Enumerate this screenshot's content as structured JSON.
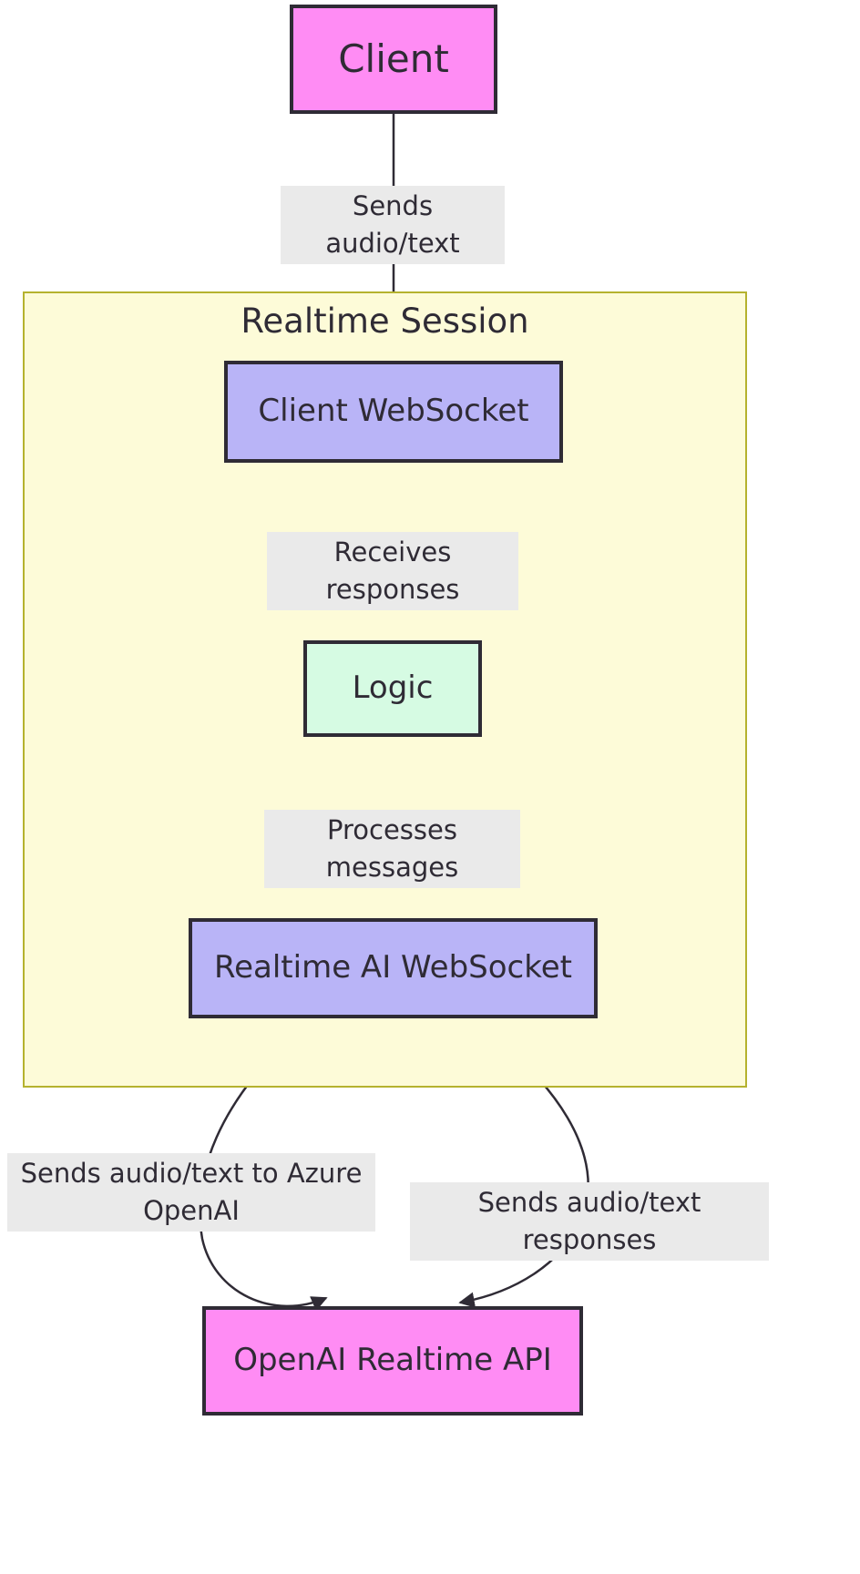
{
  "diagram": {
    "type": "flowchart",
    "direction": "top-down",
    "background": "#ffffff",
    "cluster": {
      "id": "realtime-session",
      "title": "Realtime Session",
      "fill": "#fdfbd8",
      "stroke": "#b5b22e"
    },
    "nodes": [
      {
        "id": "client",
        "label": "Client",
        "fill": "#ff8cf4",
        "stroke": "#2f2b35"
      },
      {
        "id": "client-websocket",
        "label": "Client WebSocket",
        "fill": "#b9b4f7",
        "stroke": "#2f2b35"
      },
      {
        "id": "logic",
        "label": "Logic",
        "fill": "#d6fbe3",
        "stroke": "#2f2b35"
      },
      {
        "id": "realtime-ai-websocket",
        "label": "Realtime AI WebSocket",
        "fill": "#b9b4f7",
        "stroke": "#2f2b35"
      },
      {
        "id": "openai-realtime-api",
        "label": "OpenAI Realtime API",
        "fill": "#ff8cf4",
        "stroke": "#2f2b35"
      }
    ],
    "edges": [
      {
        "id": "client-to-client-websocket",
        "from": "client",
        "to": "client-websocket",
        "label": "Sends audio/text",
        "arrow": "end",
        "style": "straight"
      },
      {
        "id": "client-websocket-to-logic",
        "from": "client-websocket",
        "to": "logic",
        "label": "Receives responses",
        "arrow": "both",
        "style": "straight"
      },
      {
        "id": "logic-to-realtime-ai-websocket",
        "from": "logic",
        "to": "realtime-ai-websocket",
        "label": "Processes messages",
        "arrow": "both",
        "style": "straight"
      },
      {
        "id": "realtime-ai-websocket-to-openai",
        "from": "realtime-ai-websocket",
        "to": "openai-realtime-api",
        "label": "Sends audio/text to Azure\nOpenAI",
        "arrow": "both",
        "style": "curved"
      },
      {
        "id": "openai-to-realtime-ai-websocket",
        "from": "openai-realtime-api",
        "to": "realtime-ai-websocket",
        "label": "Sends audio/text responses",
        "arrow": "both",
        "style": "curved"
      }
    ],
    "edge_label_background": "#eaeaea",
    "edge_stroke": "#2f2b35"
  }
}
